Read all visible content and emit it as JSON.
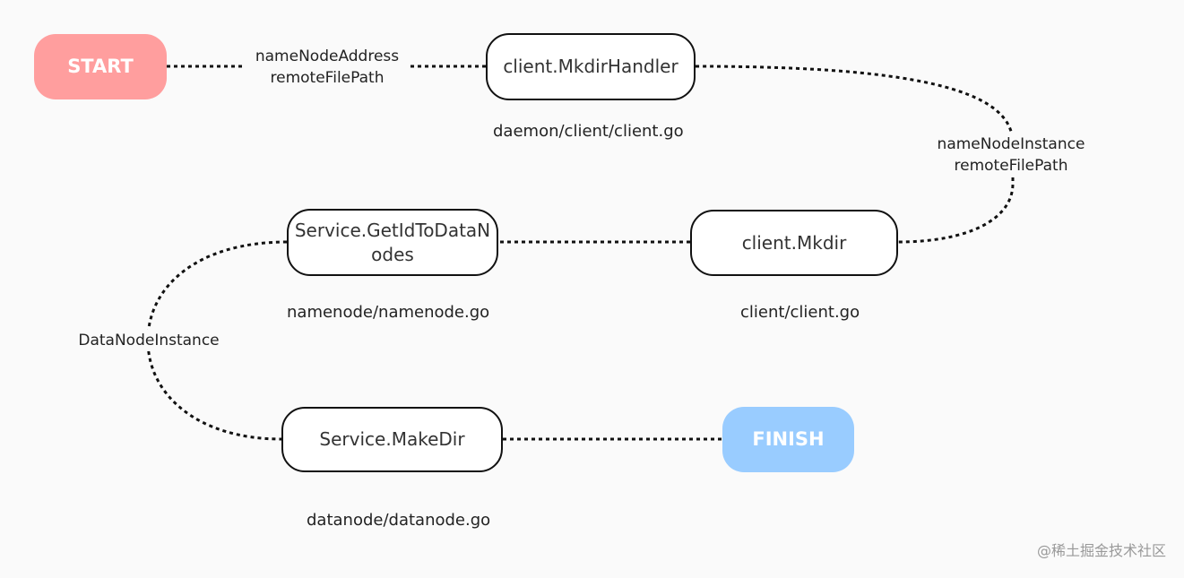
{
  "colors": {
    "start_fill": "#ff9e9e",
    "finish_fill": "#99ccff",
    "node_border": "#111111",
    "edge": "#111111"
  },
  "nodes": {
    "start": "START",
    "mkdir_handler": "client.MkdirHandler",
    "client_mkdir": "client.Mkdir",
    "get_id_to_datanodes": "Service.GetIdToDataNodes",
    "make_dir": "Service.MakeDir",
    "finish": "FINISH"
  },
  "edge_labels": {
    "start_to_handler": [
      "nameNodeAddress",
      "remoteFilePath"
    ],
    "handler_to_mkdir": [
      "nameNodeInstance",
      "remoteFilePath"
    ],
    "getid_to_makedir": [
      "DataNodeInstance"
    ]
  },
  "captions": {
    "mkdir_handler": "daemon/client/client.go",
    "get_id_to_datanodes": "namenode/namenode.go",
    "client_mkdir": "client/client.go",
    "make_dir": "datanode/datanode.go"
  },
  "watermark": "@稀土掘金技术社区"
}
